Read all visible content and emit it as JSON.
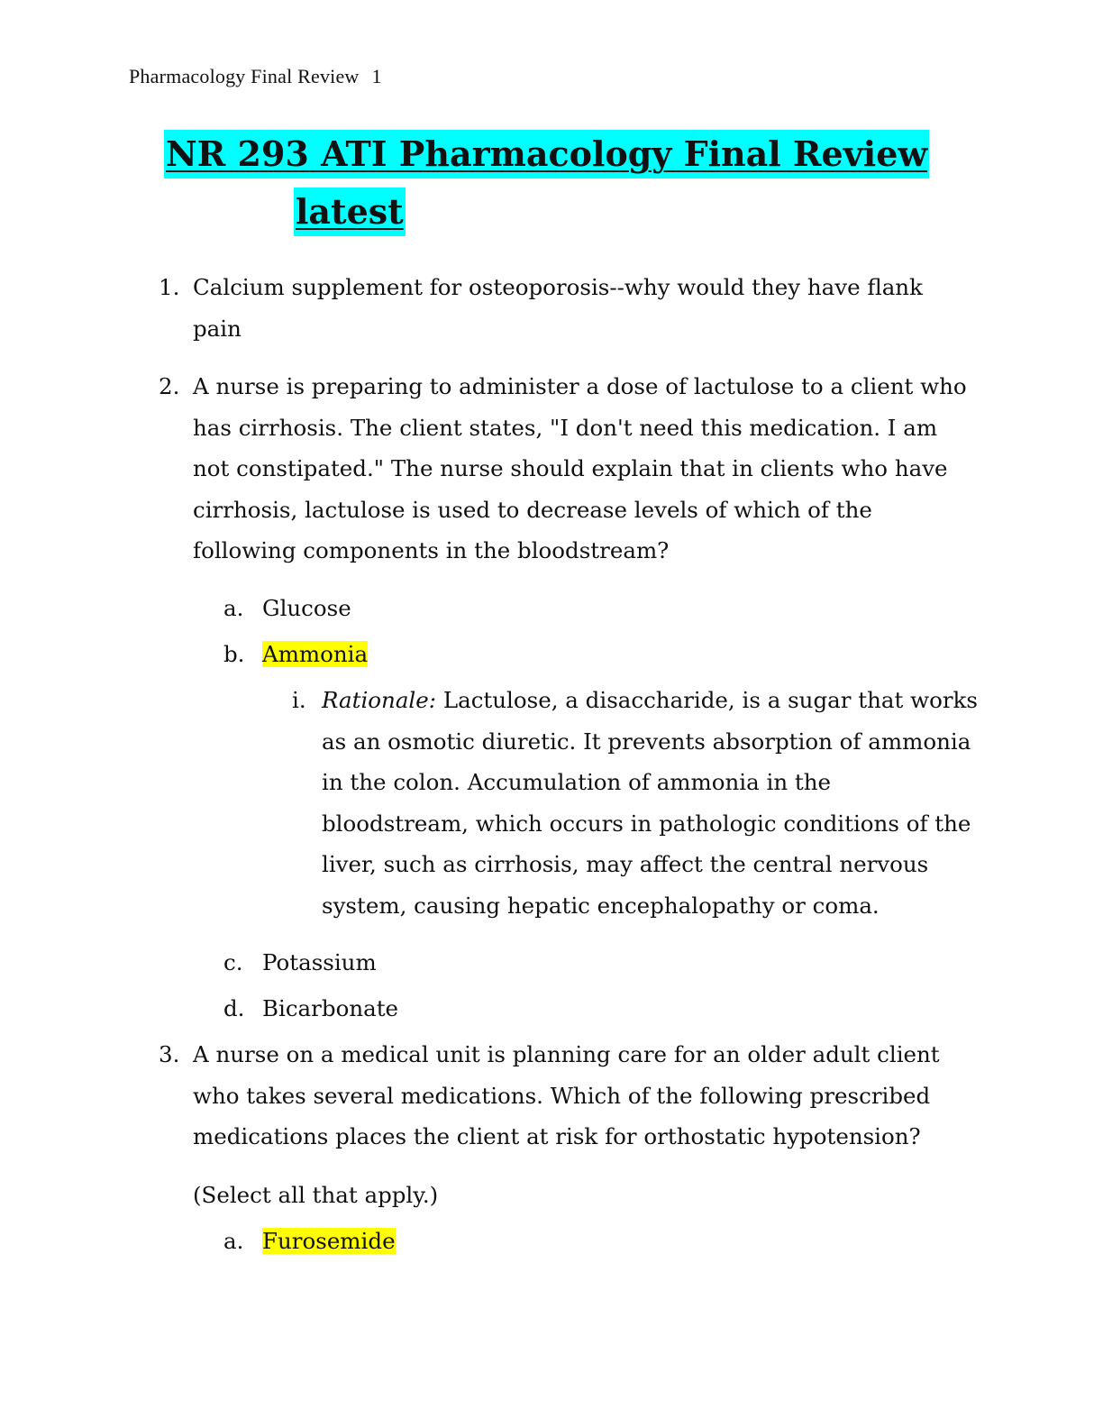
{
  "header": {
    "running_title": "Pharmacology Final Review",
    "page_number": "1"
  },
  "title": {
    "line1": "NR 293 ATI Pharmacology Final Review",
    "line2": "latest",
    "highlight_color": "#00ffff"
  },
  "highlight_color": "#ffff00",
  "questions": [
    {
      "number": "1.",
      "text": "Calcium supplement for osteoporosis--why would they have flank pain"
    },
    {
      "number": "2.",
      "text": "A nurse is preparing to administer a dose of lactulose to a client who has cirrhosis. The client states, \"I don't need this medication. I am not constipated.\" The nurse should explain that in clients who have cirrhosis, lactulose is used to decrease levels of which of the following components in the bloodstream?",
      "options": [
        {
          "letter": "a.",
          "text": "Glucose",
          "highlighted": false
        },
        {
          "letter": "b.",
          "text": "Ammonia",
          "highlighted": true
        },
        {
          "letter": "c.",
          "text": "Potassium",
          "highlighted": false
        },
        {
          "letter": "d.",
          "text": "Bicarbonate",
          "highlighted": false
        }
      ],
      "rationale": {
        "numeral": "i.",
        "label": "Rationale:",
        "text": " Lactulose, a disaccharide, is a sugar that works as an osmotic diuretic. It prevents absorption of ammonia in the colon. Accumulation of ammonia in the bloodstream, which occurs in pathologic conditions of the liver, such as cirrhosis, may affect the central nervous system, causing hepatic encephalopathy or coma."
      }
    },
    {
      "number": "3.",
      "text": "A nurse on a medical unit is planning care for an older adult client who takes several medications. Which of the following prescribed medications places the client at risk for orthostatic hypotension?",
      "instruction": "(Select all that apply.)",
      "options": [
        {
          "letter": "a.",
          "text": "Furosemide",
          "highlighted": true
        }
      ]
    }
  ]
}
